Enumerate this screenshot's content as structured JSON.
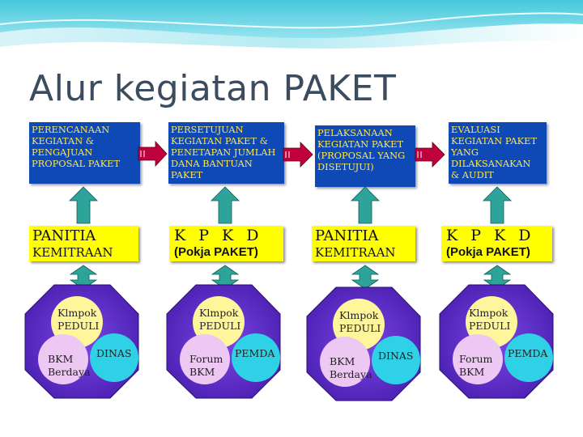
{
  "title": "Alur kegiatan PAKET",
  "colors": {
    "stage_bg": "#0f49b5",
    "stage_text": "#ffe64a",
    "group_box_bg": "#ffff00",
    "arrow_fill": "#c0003c",
    "double_arrow_fill": "#2ea39a",
    "octagon_fill": "#5a2bc4",
    "circle_yellow": "#fff59a",
    "circle_cyan": "#2fd1e6",
    "circle_pink": "#ecc8f2"
  },
  "stages": [
    {
      "label": "PERENCANAAN\nKEGIATAN &\nPENGAJUAN\nPROPOSAL PAKET"
    },
    {
      "label": "PERSETUJUAN\nKEGIATAN PAKET &\nPENETAPAN JUMLAH\nDANA BANTUAN\nPAKET"
    },
    {
      "label": "PELAKSANAAN\nKEGIATAN PAKET\n(PROPOSAL YANG\nDISETUJUI)"
    },
    {
      "label": "EVALUASI\nKEGIATAN PAKET\nYANG\nDILAKSANAKAN\n& AUDIT"
    }
  ],
  "groups": [
    {
      "line1": "PANITIA",
      "line2": "KEMITRAAN"
    },
    {
      "line1": "K P K D",
      "line2": "(Pokja PAKET)"
    },
    {
      "line1": "PANITIA",
      "line2": "KEMITRAAN"
    },
    {
      "line1": "K P K D",
      "line2": "(Pokja PAKET)"
    }
  ],
  "clusters": [
    {
      "top_line1": "Klmpok",
      "top_line2": "PEDULI",
      "right_label": "DINAS",
      "left_line1": "BKM",
      "left_line2": "Berdaya"
    },
    {
      "top_line1": "Klmpok",
      "top_line2": "PEDULI",
      "right_label": "PEMDA",
      "left_line1": "Forum",
      "left_line2": "BKM"
    },
    {
      "top_line1": "Klmpok",
      "top_line2": "PEDULI",
      "right_label": "DINAS",
      "left_line1": "BKM",
      "left_line2": "Berdaya"
    },
    {
      "top_line1": "Klmpok",
      "top_line2": "PEDULI",
      "right_label": "PEMDA",
      "left_line1": "Forum",
      "left_line2": "BKM"
    }
  ]
}
